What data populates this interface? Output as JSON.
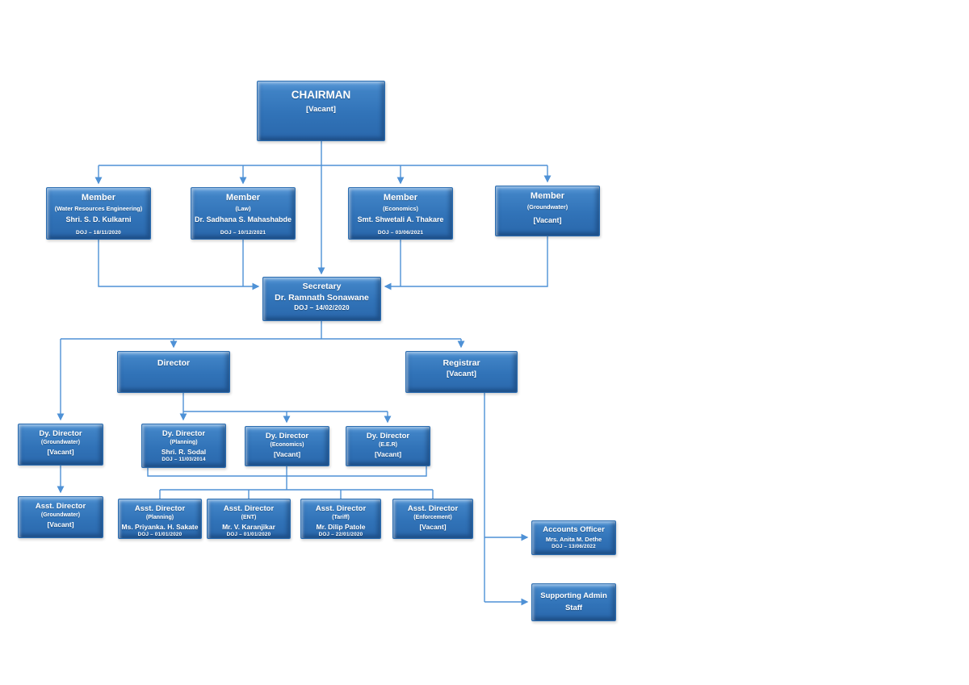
{
  "colors": {
    "node_fill": "#3578BC",
    "node_fill_light": "#5D9CDA",
    "node_border": "#2A6CB0",
    "connector": "#4E91D6",
    "text": "#FFFFFF",
    "background": "#FFFFFF"
  },
  "nodes": {
    "chairman": {
      "title": "CHAIRMAN",
      "name": "[Vacant]"
    },
    "m_wre": {
      "title": "Member",
      "sub": "(Water Resources Engineering)",
      "name": "Shri. S. D. Kulkarni",
      "doj": "DOJ – 18/11/2020"
    },
    "m_law": {
      "title": "Member",
      "sub": "(Law)",
      "name": "Dr. Sadhana S. Mahashabde",
      "doj": "DOJ – 10/12/2021"
    },
    "m_eco": {
      "title": "Member",
      "sub": "(Economics)",
      "name": "Smt. Shwetali A. Thakare",
      "doj": "DOJ – 03/06/2021"
    },
    "m_gw": {
      "title": "Member",
      "sub": "(Groundwater)",
      "name": "[Vacant]"
    },
    "secretary": {
      "title": "Secretary",
      "name": "Dr. Ramnath Sonawane",
      "doj": "DOJ – 14/02/2020"
    },
    "director": {
      "title": "Director"
    },
    "registrar": {
      "title": "Registrar",
      "name": "[Vacant]"
    },
    "dyd_gw": {
      "title": "Dy. Director",
      "sub": "(Groundwater)",
      "name": "[Vacant]"
    },
    "dyd_plan": {
      "title": "Dy. Director",
      "sub": "(Planning)",
      "name": "Shri. R. Sodal",
      "doj": "DOJ – 11/03/2014"
    },
    "dyd_eco": {
      "title": "Dy. Director",
      "sub": "(Economics)",
      "name": "[Vacant]"
    },
    "dyd_eer": {
      "title": "Dy. Director",
      "sub": "(E.E.R)",
      "name": "[Vacant]"
    },
    "ad_gw": {
      "title": "Asst. Director",
      "sub": "(Groundwater)",
      "name": "[Vacant]"
    },
    "ad_plan": {
      "title": "Asst. Director",
      "sub": "(Planning)",
      "name": "Ms. Priyanka. H. Sakate",
      "doj": "DOJ – 01/01/2020"
    },
    "ad_ent": {
      "title": "Asst. Director",
      "sub": "(ENT)",
      "name": "Mr. V. Karanjikar",
      "doj": "DOJ – 01/01/2020"
    },
    "ad_tariff": {
      "title": "Asst. Director",
      "sub": "(Tariff)",
      "name": "Mr. Dilip Patole",
      "doj": "DOJ – 22/01/2020"
    },
    "ad_enf": {
      "title": "Asst. Director",
      "sub": "(Enforcement)",
      "name": "[Vacant]"
    },
    "accounts": {
      "title": "Accounts Officer",
      "name": "Mrs. Anita M. Dethe",
      "doj": "DOJ – 13/06/2022"
    },
    "support": {
      "title": "Supporting Admin Staff"
    }
  }
}
